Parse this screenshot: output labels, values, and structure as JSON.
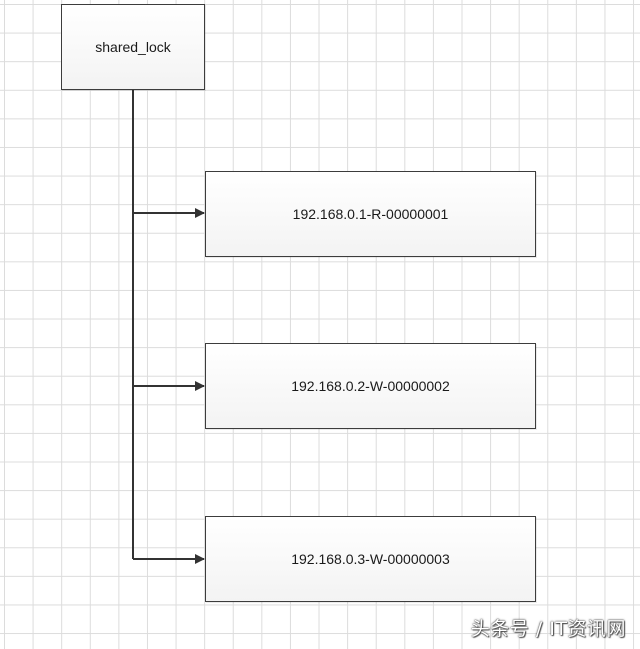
{
  "diagram": {
    "root": {
      "label": "shared_lock"
    },
    "children": [
      {
        "label": "192.168.0.1-R-00000001"
      },
      {
        "label": "192.168.0.2-W-00000002"
      },
      {
        "label": "192.168.0.3-W-00000003"
      }
    ]
  },
  "watermark": {
    "text": "头条号 / IT资讯网"
  },
  "colors": {
    "line": "#333333",
    "node_border": "#3c3c3c",
    "grid": "#dcdcdc"
  }
}
